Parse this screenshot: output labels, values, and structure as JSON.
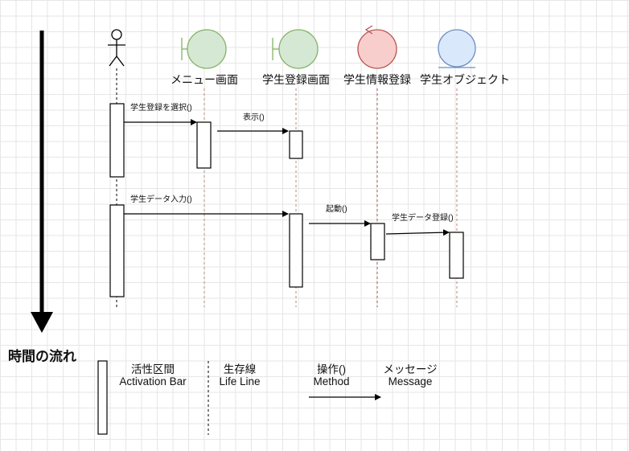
{
  "time_flow": {
    "label": "時間の流れ"
  },
  "actor": {
    "name": ""
  },
  "objects": [
    {
      "id": "menu",
      "type": "boundary",
      "name": "メニュー画面",
      "fill": "#d5e8d4",
      "stroke": "#82b366"
    },
    {
      "id": "reg",
      "type": "boundary",
      "name": "学生登録画面",
      "fill": "#d5e8d4",
      "stroke": "#82b366"
    },
    {
      "id": "info",
      "type": "control",
      "name": "学生情報登録",
      "fill": "#f8cecc",
      "stroke": "#b85450"
    },
    {
      "id": "entity",
      "type": "entity",
      "name": "学生オブジェクト",
      "fill": "#dae8fc",
      "stroke": "#6c8ebf"
    }
  ],
  "messages": [
    {
      "label": "学生登録を選択()"
    },
    {
      "label": "表示()"
    },
    {
      "label": "学生データ入力()"
    },
    {
      "label": "起動()"
    },
    {
      "label": "学生データ登録()"
    }
  ],
  "legend": {
    "activation": {
      "jp": "活性区間",
      "en": "Activation Bar"
    },
    "lifeline": {
      "jp": "生存線",
      "en": "Life Line"
    },
    "method": {
      "jp": "操作()",
      "en": "Method"
    },
    "message": {
      "jp": "メッセージ",
      "en": "Message"
    }
  }
}
